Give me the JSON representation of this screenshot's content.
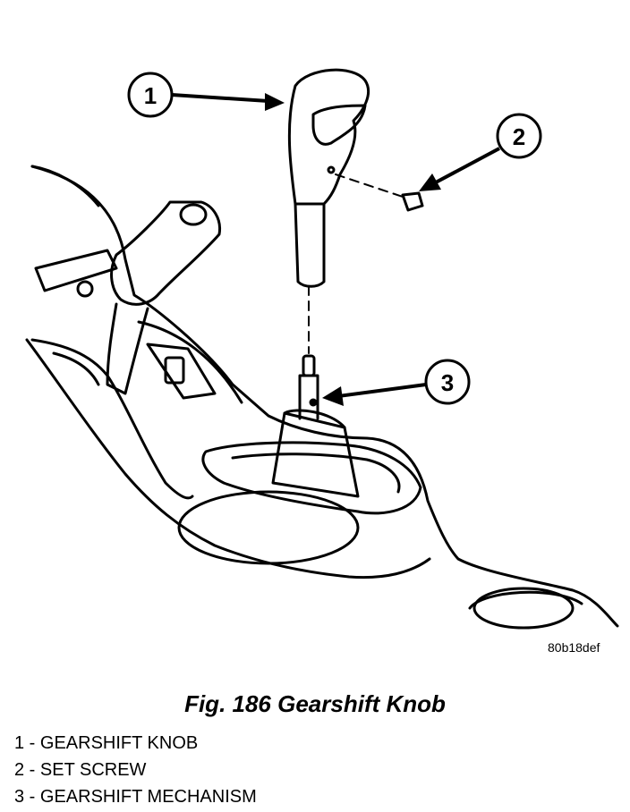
{
  "callouts": [
    {
      "number": "1"
    },
    {
      "number": "2"
    },
    {
      "number": "3"
    }
  ],
  "image_code": "80b18def",
  "figure_title": "Fig. 186 Gearshift Knob",
  "legend": [
    {
      "text": "1 - GEARSHIFT KNOB"
    },
    {
      "text": "2 - SET SCREW"
    },
    {
      "text": "3 - GEARSHIFT MECHANISM"
    }
  ]
}
